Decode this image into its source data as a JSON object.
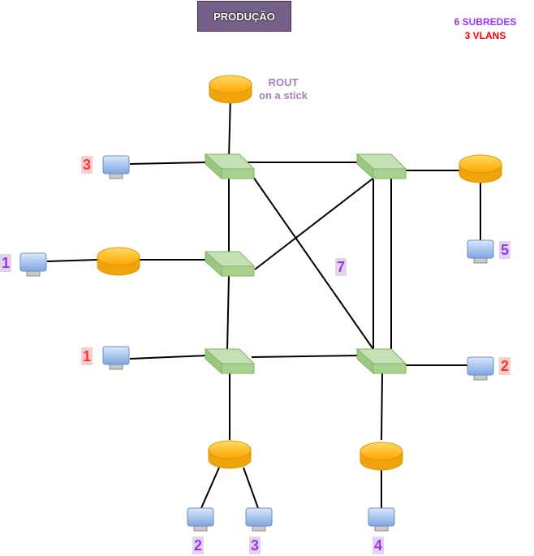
{
  "title": "PRODUÇÃO",
  "info": {
    "subnets": "6 SUBREDES",
    "vlans": "3 VLANS"
  },
  "router_label": {
    "line1": "ROUT",
    "line2": "on a stick"
  },
  "colors": {
    "title_fill": "#76608a",
    "switch_fill": "#a9d18e",
    "router_fill": "#ffc000",
    "host_fill": "#a9c4eb",
    "subnet_text": "#9933ff",
    "vlan_text": "#ff0000",
    "red_label_bg": "#f8cecc",
    "purple_label_bg": "#e1d5e7"
  },
  "labels": {
    "host_top_left": "3",
    "host_far_left": "1",
    "host_mid_left": "1",
    "host_right_top": "5",
    "center": "7",
    "host_right_mid": "2",
    "host_bottom_1": "2",
    "host_bottom_2": "3",
    "host_bottom_3": "4"
  }
}
